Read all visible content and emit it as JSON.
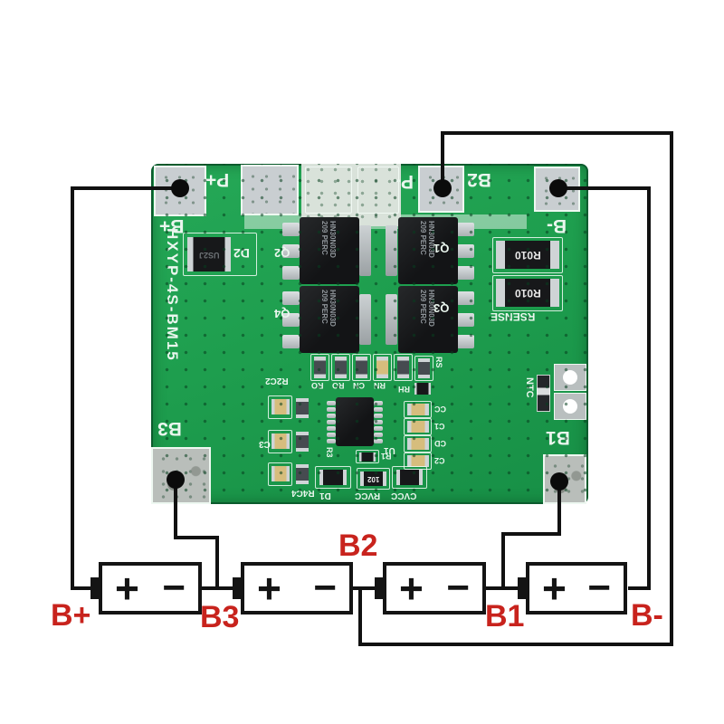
{
  "pcb": {
    "model": "HXYP-4S-BM15",
    "pads": {
      "b_plus": "B+",
      "p_plus": "P+",
      "p_minus": "P-",
      "b2": "B2",
      "b_minus": "B-",
      "b3": "B3",
      "b1": "B1"
    },
    "components": {
      "d2": "D2",
      "d2_marking": "US2J",
      "q1": "Q1",
      "q2": "Q2",
      "q3": "Q3",
      "q4": "Q4",
      "mosfet_marking_line1": "HN30N03D",
      "mosfet_marking_line2": "209 PERC",
      "rsense": "RSENSE",
      "shunt_marking": "R010",
      "ntc": "NTC",
      "u1": "U1",
      "r1": "R1",
      "r3": "R3",
      "d1": "D1",
      "rvcc": "RVCC",
      "cvcc": "CVCC",
      "rvcc_marking": "102",
      "rs": "RS",
      "rh": "RH",
      "top_row": [
        "RO",
        "RO",
        "CN",
        "RN"
      ],
      "right_col": [
        "CC",
        "C1",
        "CD",
        "C2"
      ],
      "left_col": [
        "R2C2",
        "C3",
        "R4C4"
      ]
    }
  },
  "harness": {
    "b_plus": "B+",
    "b3": "B3",
    "b2": "B2",
    "b1": "B1",
    "b_minus": "B-"
  },
  "battery": {
    "plus": "+",
    "minus": "−"
  },
  "colors": {
    "board_green": "#1e9e4e",
    "pad_gray": "#c9ced1",
    "silkscreen_white": "#eaf6ee",
    "label_red": "#c8231d",
    "wire_black": "#111111"
  }
}
